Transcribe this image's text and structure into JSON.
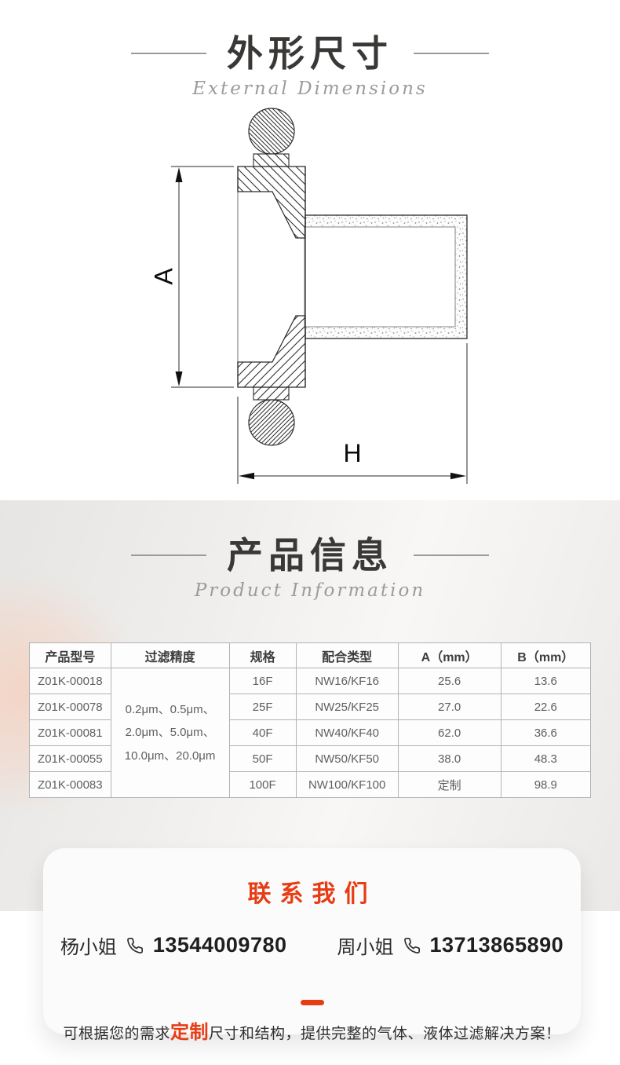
{
  "accent_color": "#e73c14",
  "section_dimensions": {
    "title": "外形尺寸",
    "subtitle": "External Dimensions",
    "diagram": {
      "label_a": "A",
      "label_h": "H"
    }
  },
  "section_product": {
    "title": "产品信息",
    "subtitle": "Product Information",
    "table": {
      "headers": [
        "产品型号",
        "过滤精度",
        "规格",
        "配合类型",
        "A（mm）",
        "B（mm）"
      ],
      "precision_lines": [
        "0.2μm、0.5μm、",
        "2.0μm、5.0μm、",
        "10.0μm、20.0μm"
      ],
      "rows": [
        {
          "model": "Z01K-00018",
          "spec": "16F",
          "type": "NW16/KF16",
          "a": "25.6",
          "b": "13.6"
        },
        {
          "model": "Z01K-00078",
          "spec": "25F",
          "type": "NW25/KF25",
          "a": "27.0",
          "b": "22.6"
        },
        {
          "model": "Z01K-00081",
          "spec": "40F",
          "type": "NW40/KF40",
          "a": "62.0",
          "b": "36.6"
        },
        {
          "model": "Z01K-00055",
          "spec": "50F",
          "type": "NW50/KF50",
          "a": "38.0",
          "b": "48.3"
        },
        {
          "model": "Z01K-00083",
          "spec": "100F",
          "type": "NW100/KF100",
          "a": "定制",
          "b": "98.9"
        }
      ]
    }
  },
  "contact": {
    "title": "联系我们",
    "contacts": [
      {
        "name": "杨小姐",
        "phone": "13544009780"
      },
      {
        "name": "周小姐",
        "phone": "13713865890"
      }
    ],
    "note_prefix": "可根据您的需求",
    "note_highlight": "定制",
    "note_suffix": "尺寸和结构，提供完整的气体、液体过滤解决方案！"
  }
}
